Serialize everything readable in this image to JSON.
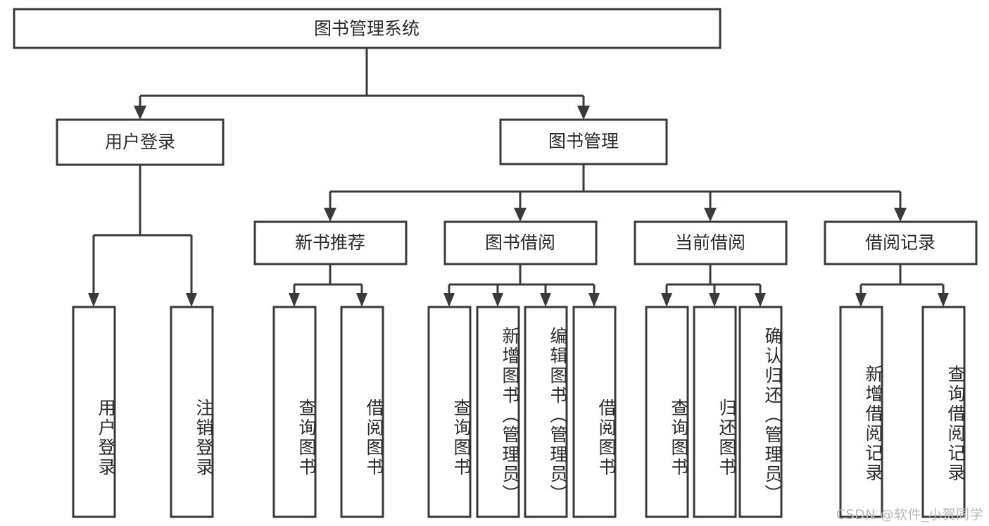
{
  "diagram": {
    "title": "图书管理系统",
    "type": "tree-hierarchy-flowchart",
    "colors": {
      "box_fill": "#ffffff",
      "box_stroke": "#3a3a3a",
      "text": "#2b2b2b",
      "background": "#ffffff",
      "watermark": "#b9b9b9"
    },
    "root": {
      "label": "图书管理系统"
    },
    "level2": [
      {
        "label": "用户登录"
      },
      {
        "label": "图书管理"
      }
    ],
    "level3": [
      {
        "label": "新书推荐"
      },
      {
        "label": "图书借阅"
      },
      {
        "label": "当前借阅"
      },
      {
        "label": "借阅记录"
      }
    ],
    "leaves": {
      "user_login": [
        {
          "label": "用户登录"
        },
        {
          "label": "注销登录"
        }
      ],
      "new_book_recommend": [
        {
          "label": "查询图书"
        },
        {
          "label": "借阅图书"
        }
      ],
      "book_borrow": [
        {
          "label": "查询图书"
        },
        {
          "label": "新增图书（管理员）"
        },
        {
          "label": "编辑图书（管理员）"
        },
        {
          "label": "借阅图书"
        }
      ],
      "current_borrow": [
        {
          "label": "查询图书"
        },
        {
          "label": "归还图书"
        },
        {
          "label": "确认归还（管理员）"
        }
      ],
      "borrow_record": [
        {
          "label": "新增借阅记录"
        },
        {
          "label": "查询借阅记录"
        }
      ]
    }
  },
  "watermark": {
    "text": "CSDN @软件_小贺同学"
  }
}
